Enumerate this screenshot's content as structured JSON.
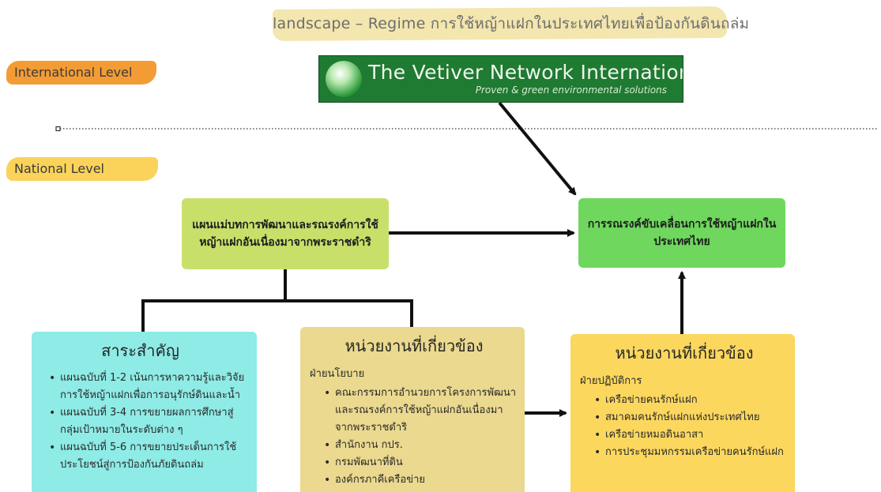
{
  "title": "landscape – Regime การใช้หญ้าแฝกในประเทศไทยเพื่อป้องกันดินถล่ม",
  "levels": {
    "international": "International Level",
    "national": "National Level"
  },
  "vetiver_logo": {
    "name": "The Vetiver Network International",
    "tagline": "Proven & green environmental solutions"
  },
  "master_plan": {
    "text": "แผนแม่บทการพัฒนาและรณรงค์การใช้หญ้าแฝกอันเนื่องมาจากพระราชดำริ"
  },
  "campaign": {
    "text": "การรณรงค์ขับเคลื่อนการใช้หญ้าแฝกในประเทศไทย"
  },
  "essence": {
    "title": "สาระสำคัญ",
    "items": [
      "แผนฉบับที่ 1-2 เน้นการหาความรู้และวิจัยการใช้หญ้าแฝกเพื่อการอนุรักษ์ดินและน้ำ",
      "แผนฉบับที่ 3-4 การขยายผลการศึกษาสู่กลุ่มเป้าหมายในระดับต่าง ๆ",
      "แผนฉบับที่ 5-6 การขยายประเด็นการใช้ประโยชน์สู่การป้องกันภัยดินถล่ม"
    ]
  },
  "policy_agencies": {
    "title": "หน่วยงานที่เกี่ยวข้อง",
    "section": "ฝ่ายนโยบาย",
    "items": [
      "คณะกรรมการอำนวยการโครงการพัฒนาและรณรงค์การใช้หญ้าแฝกอันเนื่องมาจากพระราชดำริ",
      "สำนักงาน กปร.",
      "กรมพัฒนาที่ดิน",
      "องค์กรภาคีเครือข่าย"
    ]
  },
  "operation_agencies": {
    "title": "หน่วยงานที่เกี่ยวข้อง",
    "section": "ฝ่ายปฏิบัติการ",
    "items": [
      "เครือข่ายคนรักษ์แฝก",
      "สมาคมคนรักษ์แฝกแห่งประเทศไทย",
      "เครือข่ายหมอดินอาสา",
      "การประชุมมหกรรมเครือข่ายคนรักษ์แฝก"
    ]
  },
  "colors": {
    "title_highlight": "#f3e6ae",
    "international_badge": "#f39c35",
    "national_badge": "#fbd35a",
    "master_plan": "#c8e06a",
    "campaign": "#6fd75e",
    "essence": "#8eebe6",
    "policy": "#ead98e",
    "operations": "#fbd75e",
    "vetiver_green": "#1f7a32"
  }
}
